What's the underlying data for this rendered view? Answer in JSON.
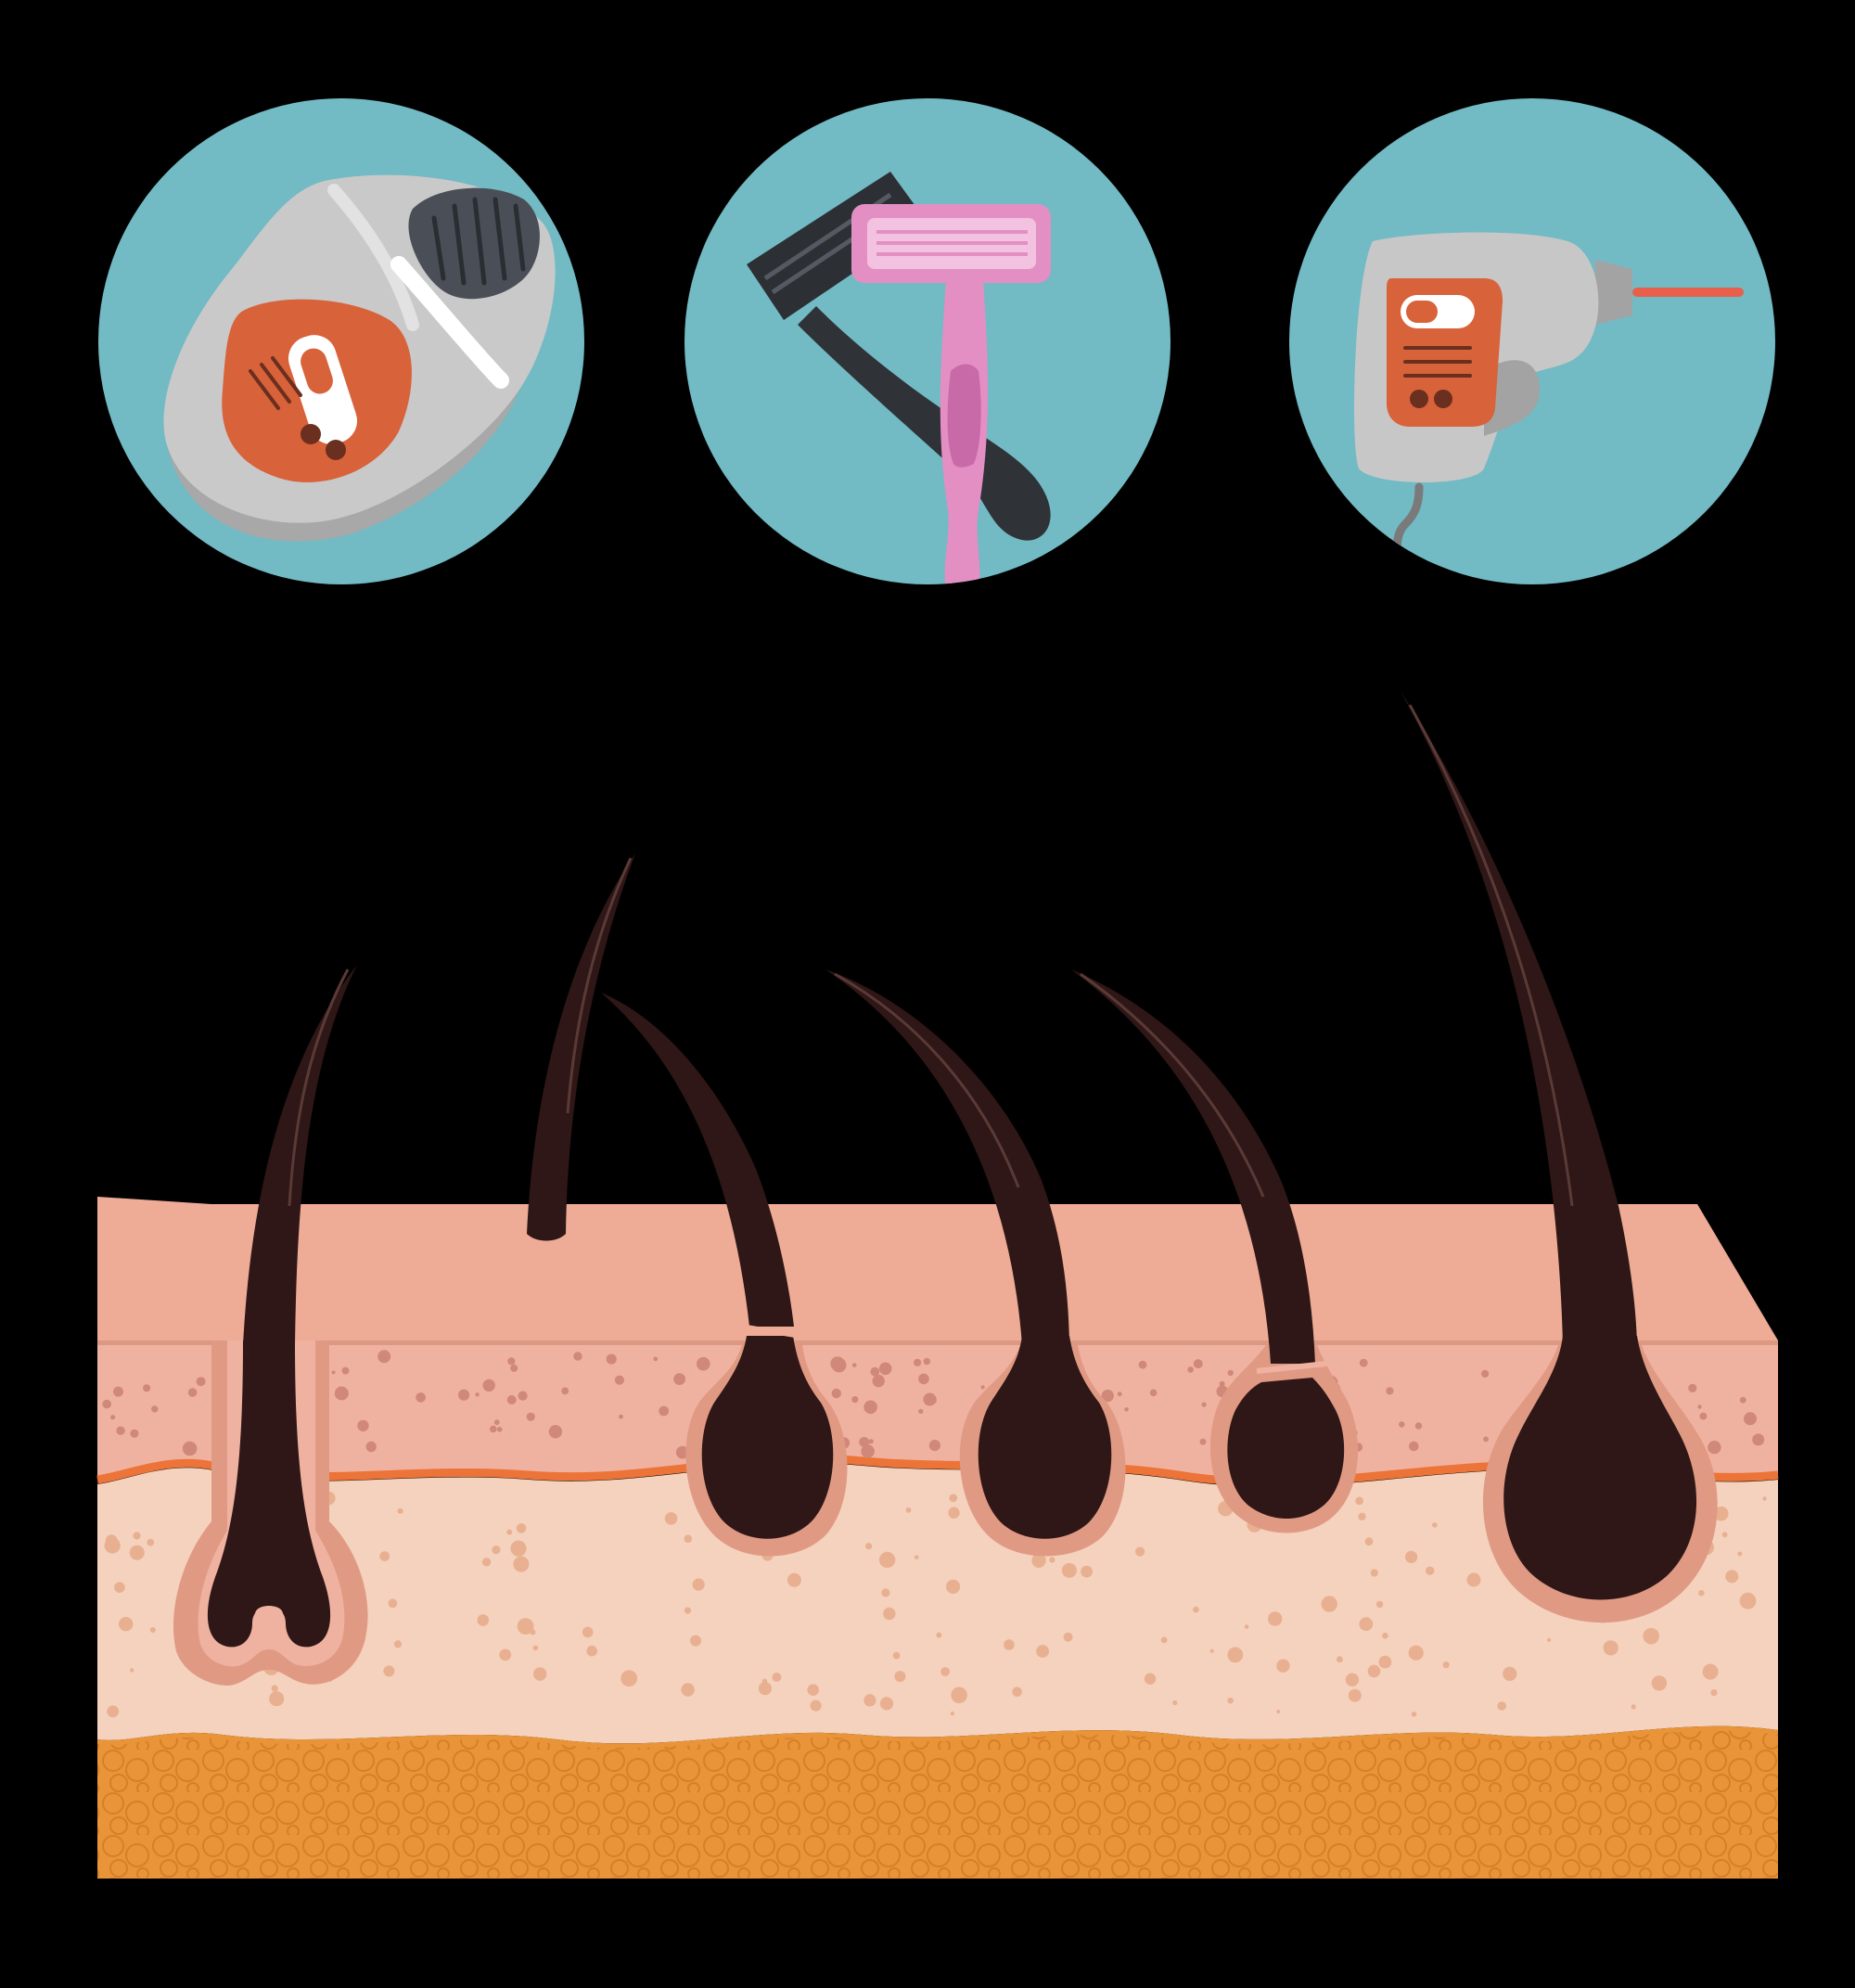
{
  "background": "#000000",
  "colors": {
    "circle_bg": "#72bac4",
    "circle_shadow": "#5fa7b2",
    "skin_top": "#eeab95",
    "skin_top_dark": "#dd9882",
    "epidermis": "#f0b2a0",
    "epidermis_dot": "#d08878",
    "basal_line": "#ec7438",
    "dermis": "#f5d2bd",
    "dermis_dot": "#e8b090",
    "fat": "#e99438",
    "fat_cell": "#d98028",
    "follicle_sheath": "#e09a84",
    "hair": "#2e1716",
    "device_grey": "#c7c7c7",
    "device_grey_dark": "#a3a3a3",
    "panel_orange": "#d8623a",
    "razor_pink": "#e38fc4",
    "razor_black": "#2c2f33",
    "laser_beam": "#e8604c"
  },
  "icons": [
    {
      "name": "epilator-icon"
    },
    {
      "name": "razors-icon"
    },
    {
      "name": "laser-device-icon"
    }
  ],
  "skin": {
    "layers": [
      "surface",
      "epidermis",
      "dermis",
      "subcutaneous-fat"
    ]
  },
  "hairs": [
    {
      "name": "hair-in-follicle-growing"
    },
    {
      "name": "hair-cut-short"
    },
    {
      "name": "hair-shaved-at-surface"
    },
    {
      "name": "hair-full-follicle"
    },
    {
      "name": "hair-broken-at-bulb"
    },
    {
      "name": "hair-long-mature"
    }
  ]
}
